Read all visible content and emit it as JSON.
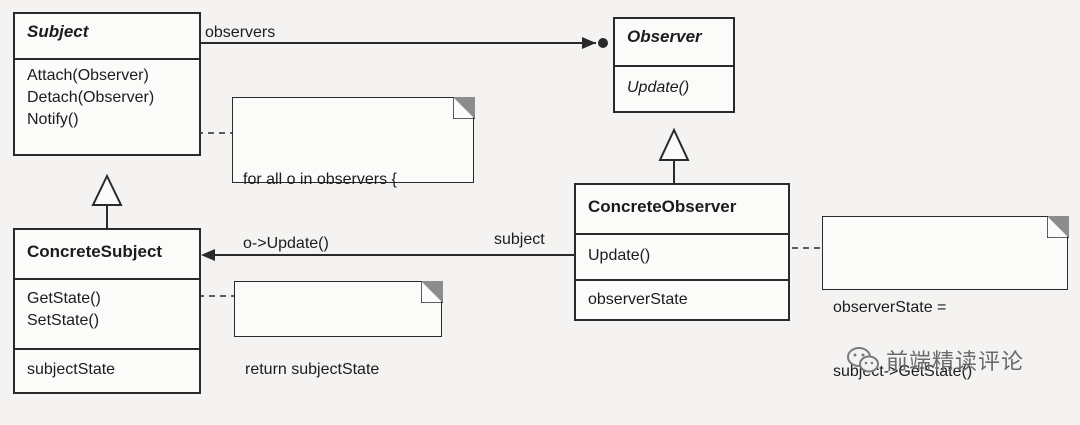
{
  "classes": {
    "subject": {
      "name": "Subject",
      "operations": [
        "Attach(Observer)",
        "Detach(Observer)",
        "Notify()"
      ]
    },
    "observer": {
      "name": "Observer",
      "operations": [
        "Update()"
      ]
    },
    "concrete_subject": {
      "name": "ConcreteSubject",
      "operations": [
        "GetState()",
        "SetState()"
      ],
      "attributes": [
        "subjectState"
      ]
    },
    "concrete_observer": {
      "name": "ConcreteObserver",
      "operations": [
        "Update()"
      ],
      "attributes": [
        "observerState"
      ]
    }
  },
  "notes": {
    "notify": [
      "for all o in observers {",
      "    o->Update()",
      "}"
    ],
    "get_state": [
      "return subjectState"
    ],
    "update": [
      "observerState =",
      "    subject->GetState()"
    ]
  },
  "associations": {
    "observers_label": "observers",
    "subject_label": "subject"
  },
  "watermark": {
    "text": "前端精读评论",
    "icon": "wechat-icon"
  }
}
